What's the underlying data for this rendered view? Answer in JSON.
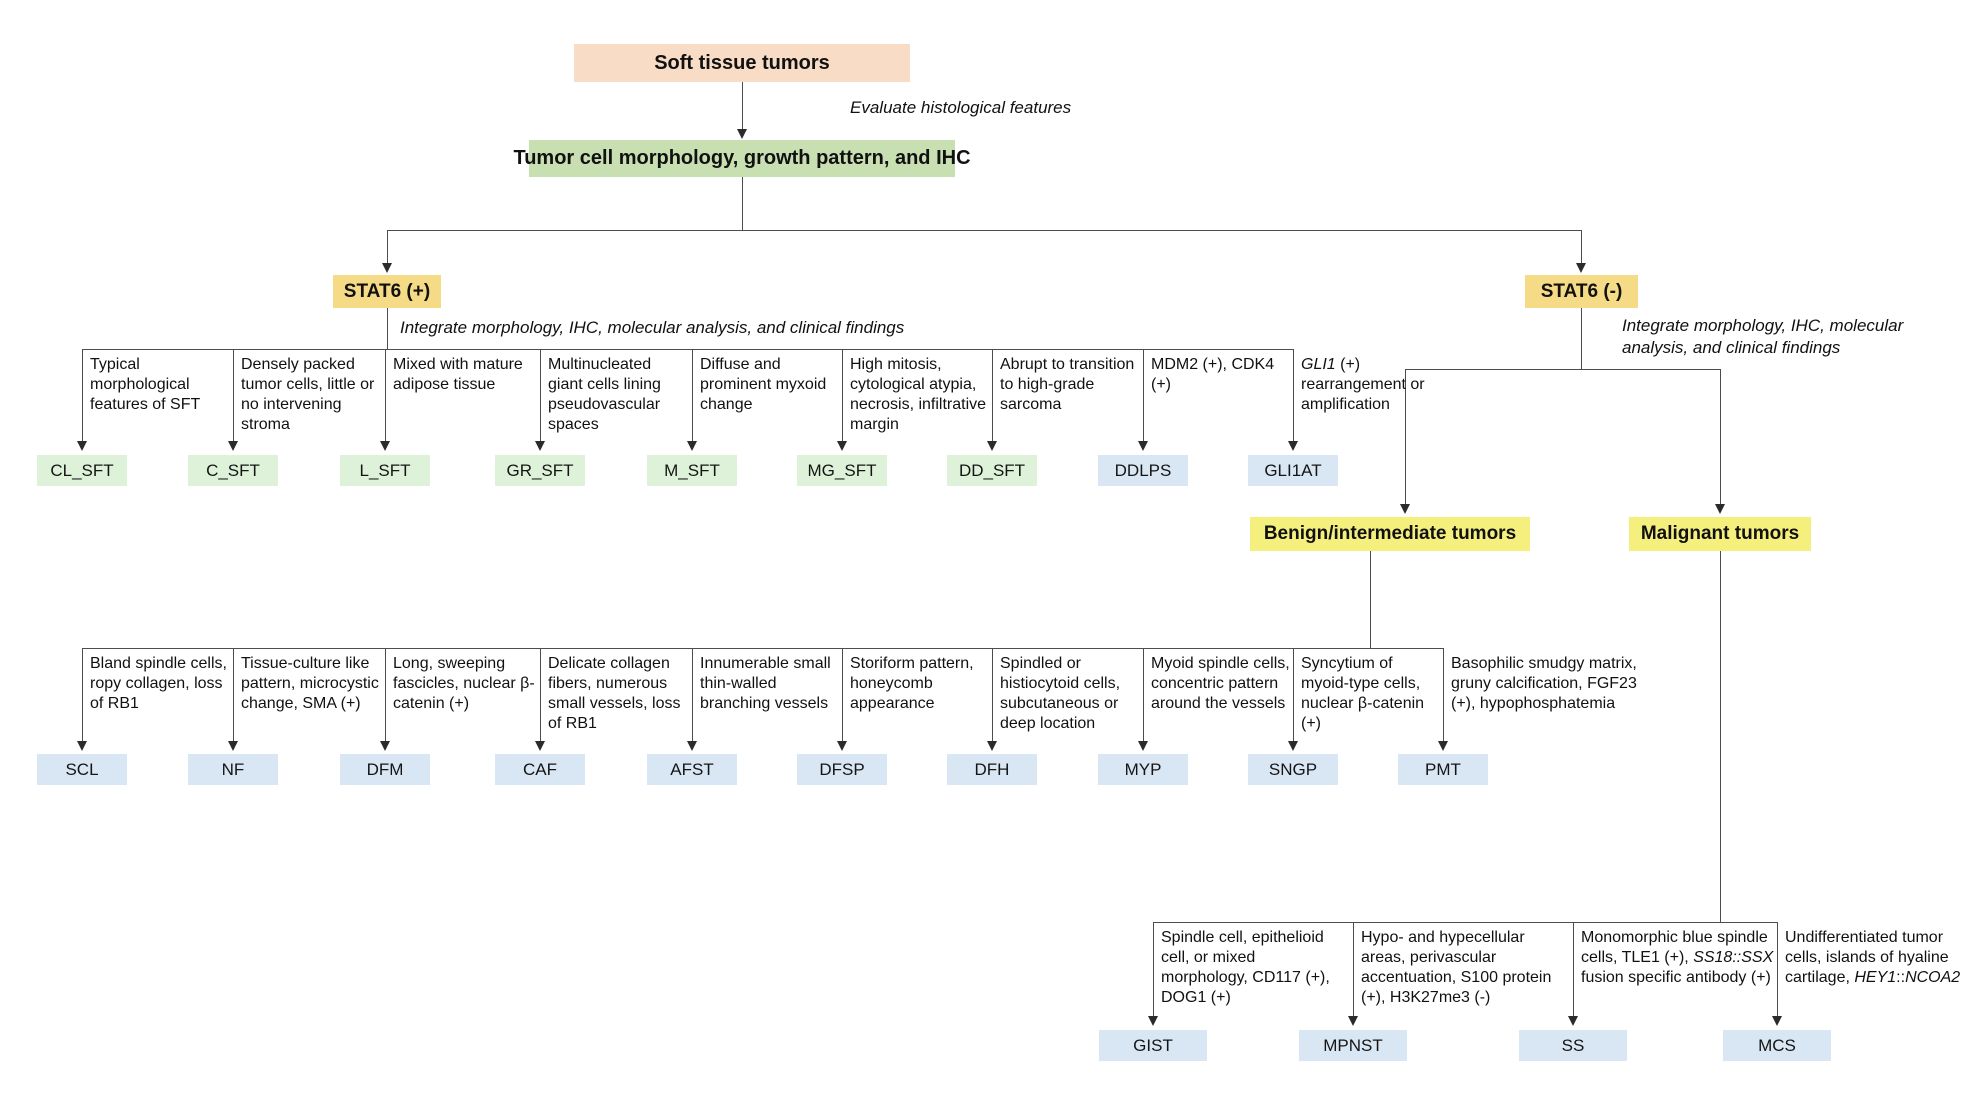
{
  "nodes": {
    "root": "Soft tissue tumors",
    "morphology": "Tumor cell morphology, growth pattern, and IHC",
    "stat6_pos": "STAT6 (+)",
    "stat6_neg": "STAT6 (-)",
    "benign": "Benign/intermediate tumors",
    "malignant": "Malignant tumors"
  },
  "labels": {
    "evaluate": "Evaluate histological features",
    "integrate_pos": "Integrate morphology, IHC, molecular analysis, and clinical findings",
    "integrate_neg_1": "Integrate morphology, IHC, molecular",
    "integrate_neg_2": "analysis, and clinical findings"
  },
  "colors": {
    "peach": "#f8dcc5",
    "green_header": "#c8dfb2",
    "yellow_stat6": "#f5db85",
    "yellow_class": "#f5ef7d",
    "green_result": "#def2da",
    "blue_result": "#d9e6f3"
  },
  "branches": {
    "stat6_pos": {
      "columns": [
        {
          "desc": "Typical morphological features of SFT",
          "code": "CL_SFT",
          "variant": "green_result"
        },
        {
          "desc": "Densely packed tumor cells, little or no intervening stroma",
          "code": "C_SFT",
          "variant": "green_result"
        },
        {
          "desc": "Mixed with mature adipose tissue",
          "code": "L_SFT",
          "variant": "green_result"
        },
        {
          "desc": "Multinucleated giant cells lining pseudovascular spaces",
          "code": "GR_SFT",
          "variant": "green_result"
        },
        {
          "desc": "Diffuse and prominent myxoid change",
          "code": "M_SFT",
          "variant": "green_result"
        },
        {
          "desc": "High mitosis, cytological atypia, necrosis, infiltrative margin",
          "code": "MG_SFT",
          "variant": "green_result"
        },
        {
          "desc": "Abrupt to transition to high-grade sarcoma",
          "code": "DD_SFT",
          "variant": "green_result"
        },
        {
          "desc": "MDM2 (+), CDK4 (+)",
          "code": "DDLPS",
          "variant": "blue_result"
        },
        {
          "desc": [
            {
              "t": "GLI1",
              "i": true
            },
            {
              "t": " (+) rearrangement or amplification"
            }
          ],
          "code": "GLI1AT",
          "variant": "blue_result"
        }
      ]
    },
    "benign": {
      "columns": [
        {
          "desc": "Bland spindle cells, ropy collagen, loss of RB1",
          "code": "SCL",
          "variant": "blue_result"
        },
        {
          "desc": "Tissue-culture like pattern, microcystic change, SMA (+)",
          "code": "NF",
          "variant": "blue_result"
        },
        {
          "desc": "Long, sweeping fascicles, nuclear β-catenin (+)",
          "code": "DFM",
          "variant": "blue_result"
        },
        {
          "desc": "Delicate collagen fibers, numerous small vessels, loss of RB1",
          "code": "CAF",
          "variant": "blue_result"
        },
        {
          "desc": "Innumerable small thin-walled branching vessels",
          "code": "AFST",
          "variant": "blue_result"
        },
        {
          "desc": "Storiform pattern, honeycomb appearance",
          "code": "DFSP",
          "variant": "blue_result"
        },
        {
          "desc": "Spindled or histiocytoid cells, subcutaneous or deep location",
          "code": "DFH",
          "variant": "blue_result"
        },
        {
          "desc": "Myoid spindle cells, concentric pattern around the vessels",
          "code": "MYP",
          "variant": "blue_result"
        },
        {
          "desc": "Syncytium of myoid-type cells, nuclear β-catenin (+)",
          "code": "SNGP",
          "variant": "blue_result"
        },
        {
          "desc": "Basophilic smudgy matrix, gruny calcification, FGF23 (+), hypophosphatemia",
          "code": "PMT",
          "variant": "blue_result"
        }
      ]
    },
    "malignant": {
      "columns": [
        {
          "desc": "Spindle cell, epithelioid cell, or mixed morphology, CD117 (+), DOG1 (+)",
          "code": "GIST",
          "variant": "blue_result"
        },
        {
          "desc": "Hypo- and hypecellular areas, perivascular accentuation, S100 protein (+), H3K27me3 (-)",
          "code": "MPNST",
          "variant": "blue_result"
        },
        {
          "desc": [
            {
              "t": "Monomorphic blue spindle cells, TLE1 (+), "
            },
            {
              "t": "SS18::SSX",
              "i": true
            },
            {
              "t": " fusion specific antibody (+)"
            }
          ],
          "code": "SS",
          "variant": "blue_result"
        },
        {
          "desc": [
            {
              "t": "Undifferentiated tumor cells, islands of hyaline cartilage, "
            },
            {
              "t": "HEY1",
              "i": true
            },
            {
              "t": "::"
            },
            {
              "t": "NCOA2",
              "i": true
            }
          ],
          "code": "MCS",
          "variant": "blue_result"
        }
      ]
    }
  }
}
